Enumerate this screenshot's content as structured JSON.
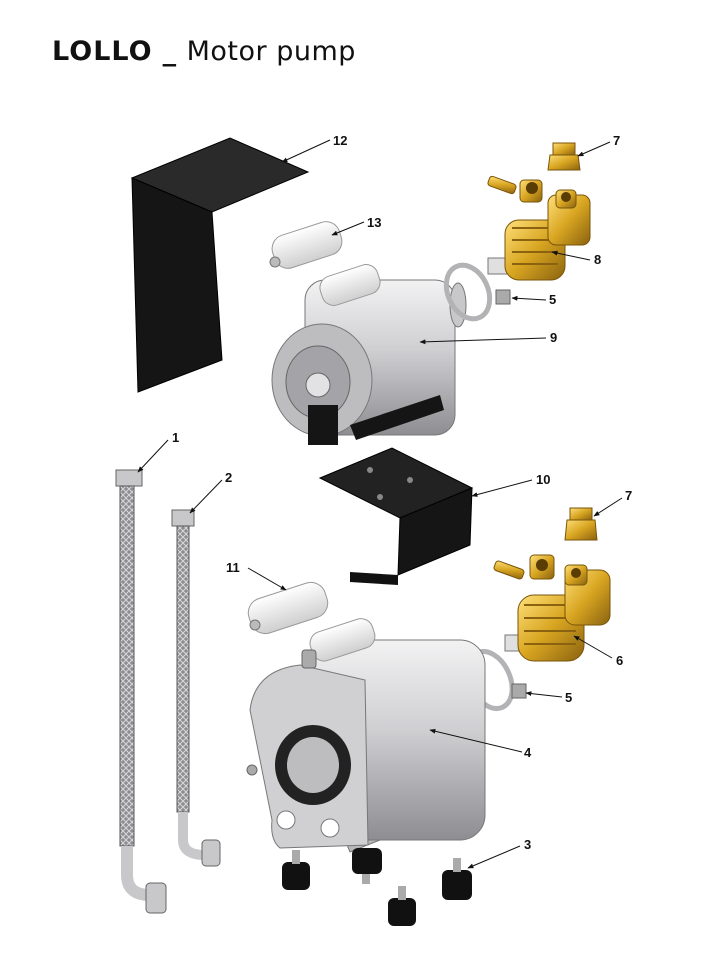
{
  "title": {
    "brand": "LOLLO",
    "separator": "_",
    "subtitle": "Motor pump"
  },
  "callouts": [
    "1",
    "2",
    "3",
    "4",
    "5",
    "5",
    "6",
    "7",
    "7",
    "8",
    "9",
    "10",
    "11",
    "12",
    "13"
  ],
  "colors": {
    "brass": "#d8a521",
    "steel": "#c6c6c8",
    "black": "#1c1c1c",
    "white": "#f4f4f4"
  }
}
